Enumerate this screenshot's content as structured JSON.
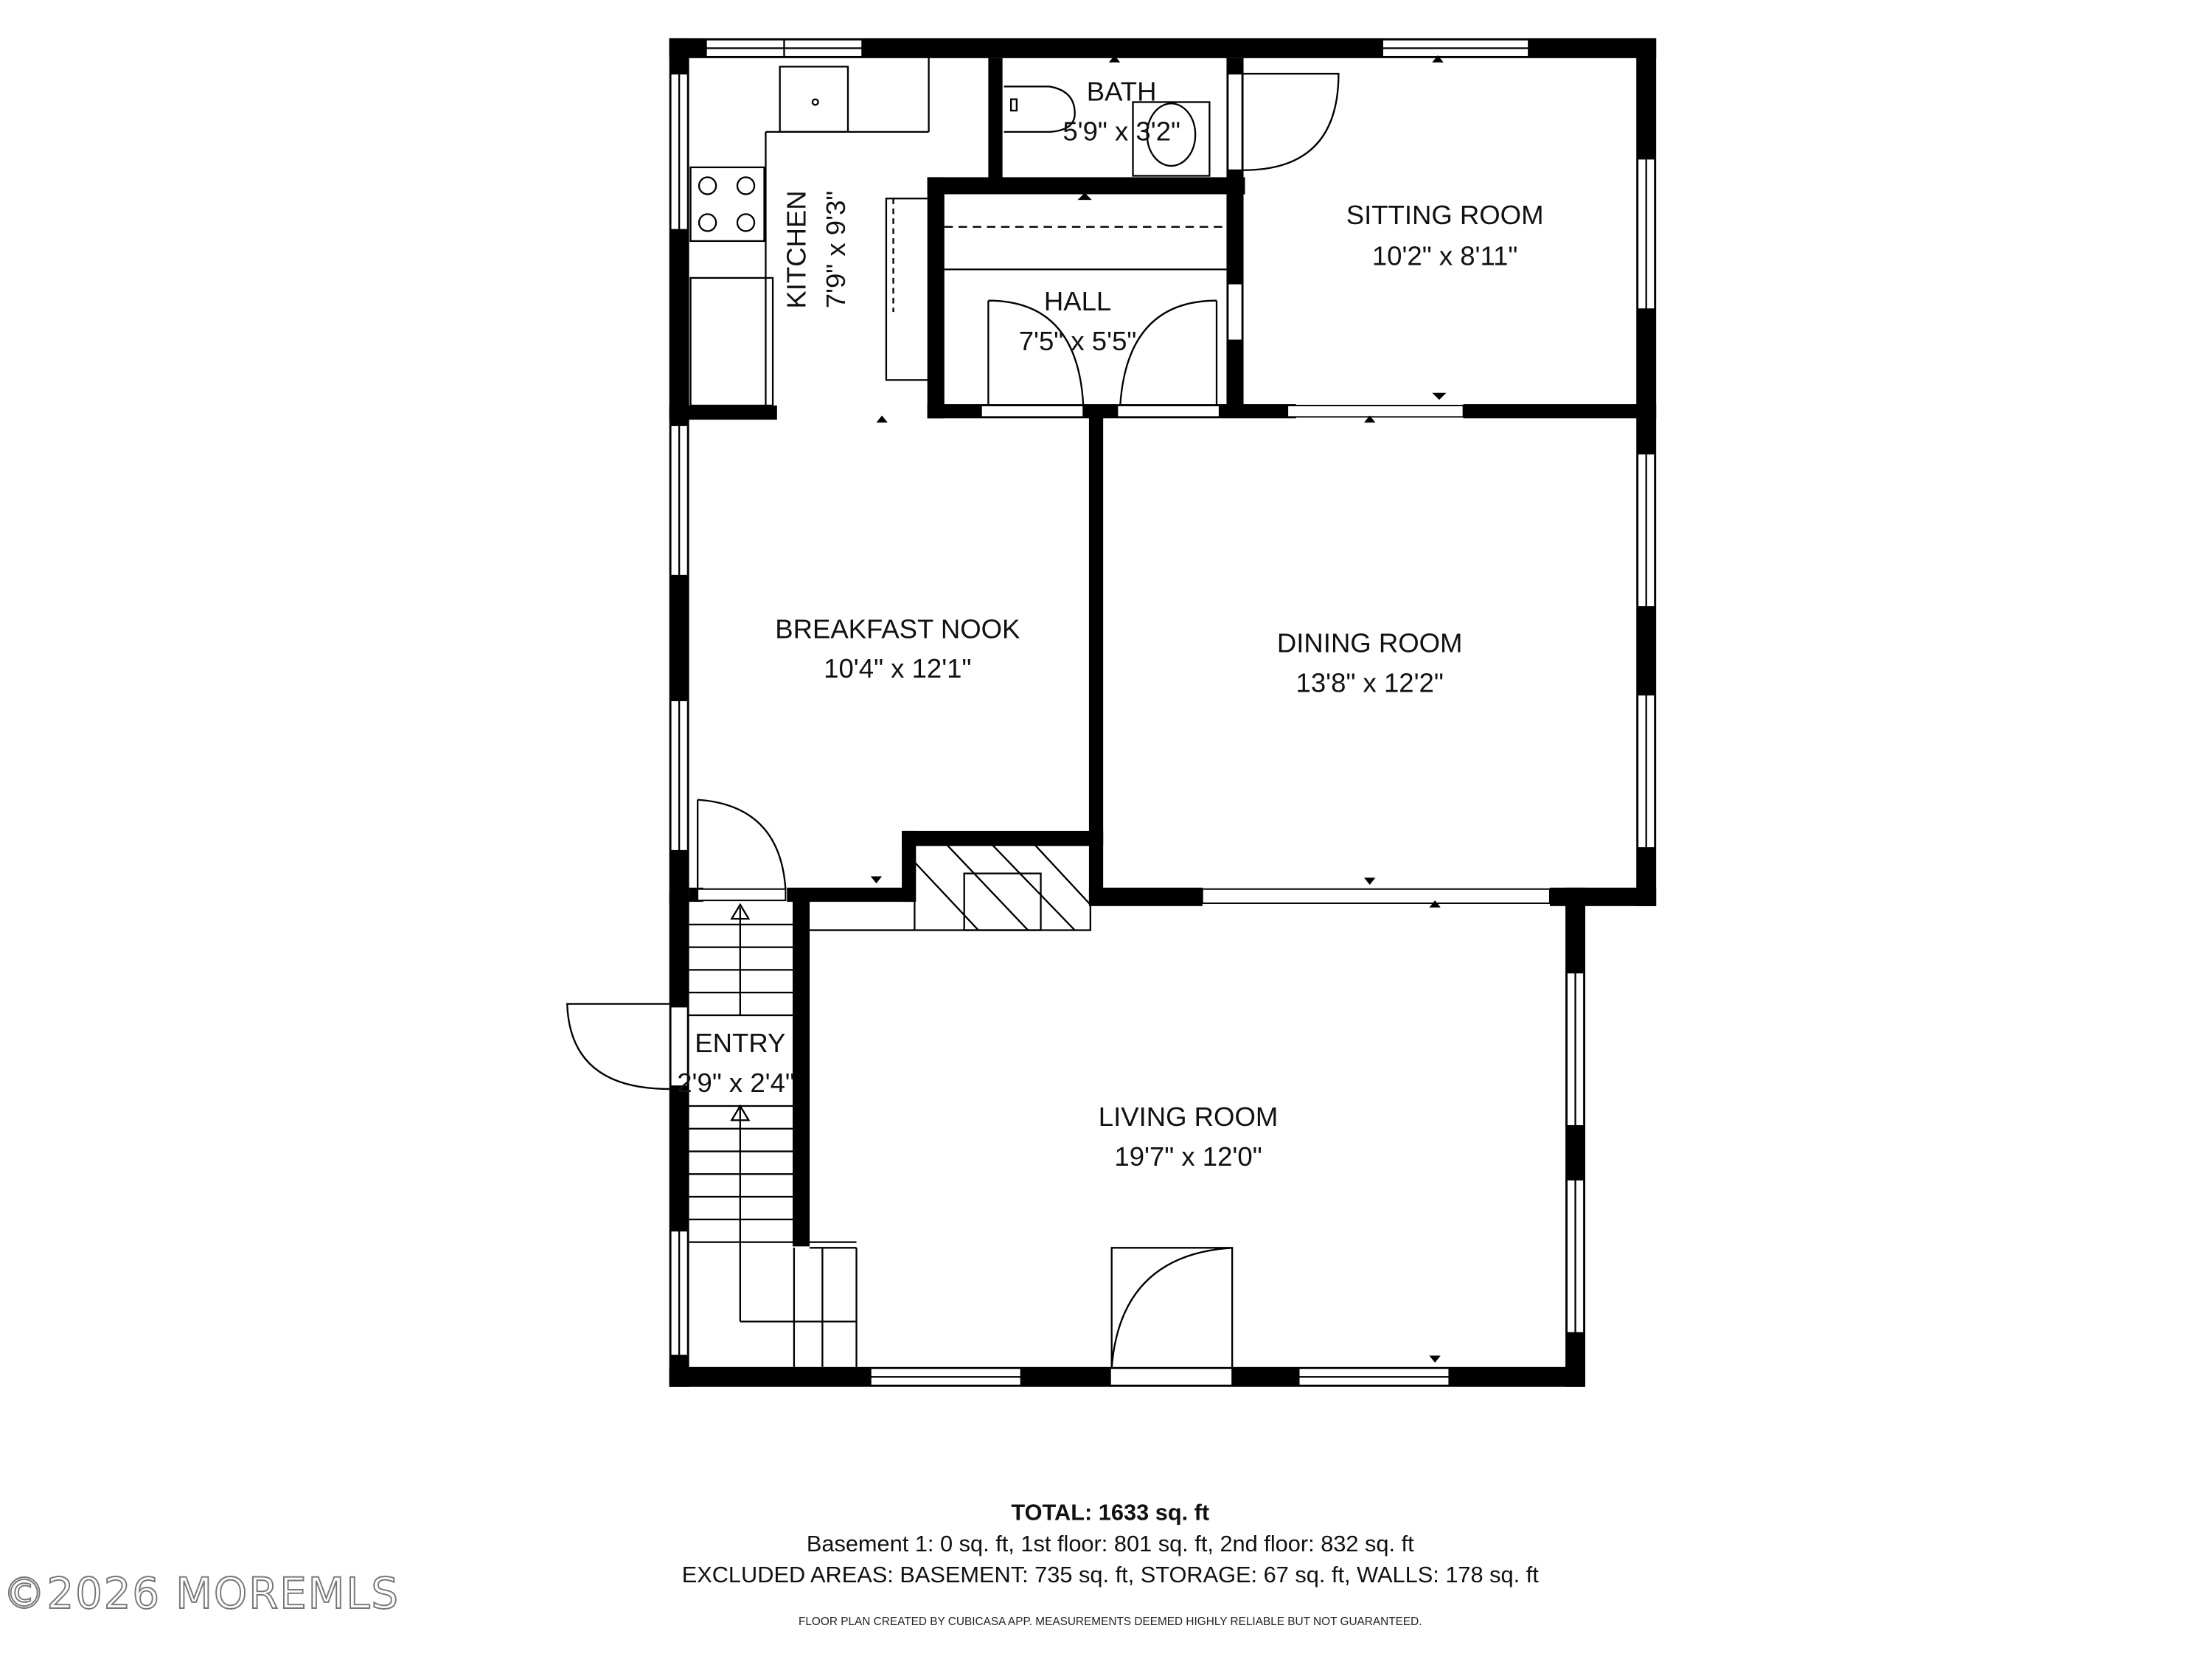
{
  "rooms": [
    {
      "name": "KITCHEN",
      "dims": "7'9\" x 9'3\""
    },
    {
      "name": "BATH",
      "dims": "5'9\" x 3'2\""
    },
    {
      "name": "SITTING ROOM",
      "dims": "10'2\" x 8'11\""
    },
    {
      "name": "HALL",
      "dims": "7'5\" x 5'5\""
    },
    {
      "name": "BREAKFAST NOOK",
      "dims": "10'4\" x 12'1\""
    },
    {
      "name": "DINING ROOM",
      "dims": "13'8\" x 12'2\""
    },
    {
      "name": "ENTRY",
      "dims": "2'9\" x 2'4\""
    },
    {
      "name": "LIVING ROOM",
      "dims": "19'7\" x 12'0\""
    }
  ],
  "footer": {
    "total": "TOTAL: 1633 sq. ft",
    "breakdown": "Basement 1: 0 sq. ft, 1st floor: 801 sq. ft, 2nd floor: 832 sq. ft",
    "excluded": "EXCLUDED AREAS: BASEMENT: 735 sq. ft, STORAGE: 67 sq. ft, WALLS: 178 sq. ft",
    "disclaimer": "FLOOR PLAN CREATED BY CUBICASA APP. MEASUREMENTS DEEMED HIGHLY RELIABLE BUT NOT GUARANTEED."
  },
  "watermark": "©2026 MOREMLS",
  "colors": {
    "wall": "#000000",
    "background": "#ffffff"
  }
}
